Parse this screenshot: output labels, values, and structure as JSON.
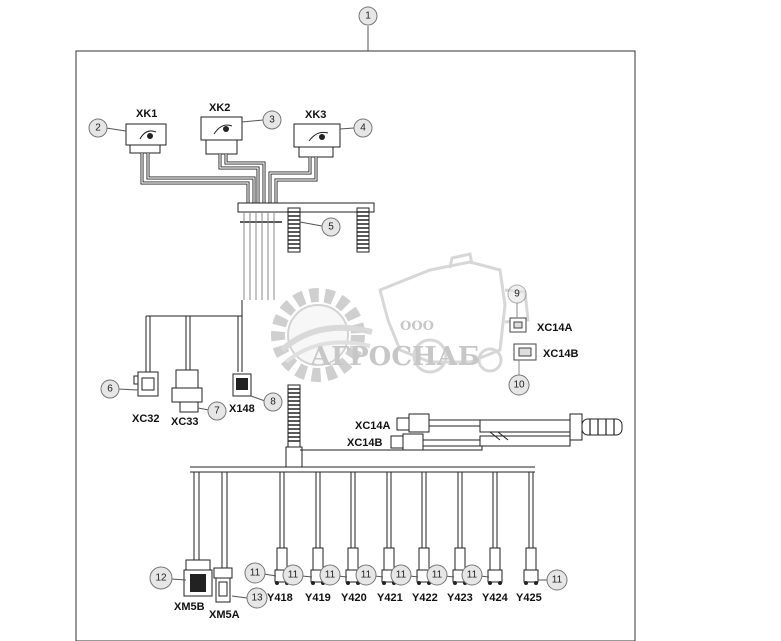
{
  "diagram": {
    "callouts": {
      "c1": "1",
      "c2": "2",
      "c3": "3",
      "c4": "4",
      "c5": "5",
      "c6": "6",
      "c7": "7",
      "c8": "8",
      "c9": "9",
      "c10": "10",
      "c11a": "11",
      "c11b": "11",
      "c11c": "11",
      "c11d": "11",
      "c11e": "11",
      "c11f": "11",
      "c11g": "11",
      "c11h": "11",
      "c12": "12",
      "c13": "13"
    },
    "connectors": {
      "xk1": "XK1",
      "xk2": "XK2",
      "xk3": "XK3",
      "xc32": "XC32",
      "xc33": "XC33",
      "x148": "X148",
      "xc14a_top": "XC14A",
      "xc14b_top": "XC14B",
      "xc14a_harness": "XC14A",
      "xc14b_harness": "XC14B",
      "xm5b": "XM5B",
      "xm5a": "XM5A",
      "y418": "Y418",
      "y419": "Y419",
      "y420": "Y420",
      "y421": "Y421",
      "y422": "Y422",
      "y423": "Y423",
      "y424": "Y424",
      "y425": "Y425"
    },
    "watermark": {
      "company": "ООО",
      "brand": "АГРОСНАБ"
    }
  }
}
